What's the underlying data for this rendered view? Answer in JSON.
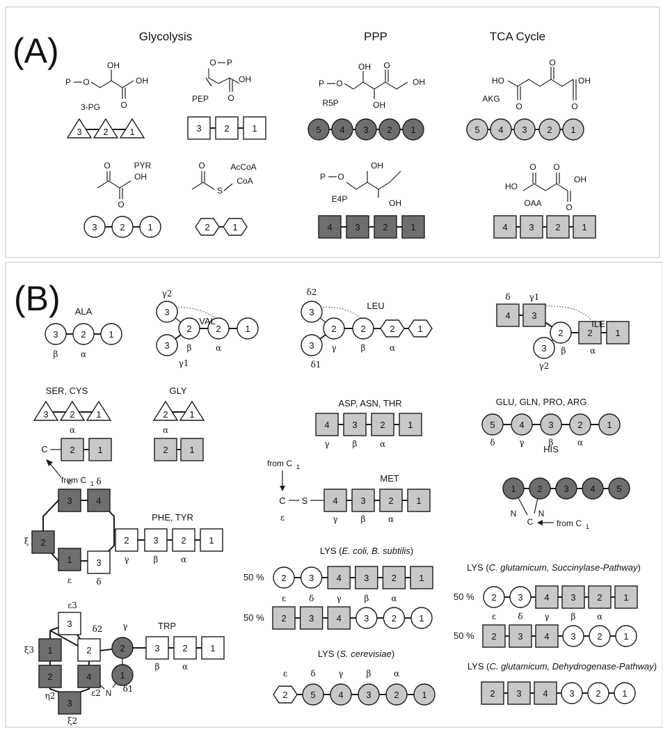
{
  "colors": {
    "unlabeled": "#ffffff",
    "labeled_light": "#c8c8c8",
    "labeled_dark": "#6e6e6e",
    "stroke": "#1a1a1a",
    "frame": "#bdbdbd"
  },
  "panel_a": {
    "letter": "(A)",
    "headings": [
      "Glycolysis",
      "PPP",
      "TCA Cycle"
    ],
    "metabolites": [
      {
        "name": "3-PG",
        "formula_text": [
          "P",
          "O",
          "OH",
          "OH",
          "O"
        ],
        "shape": "triangle",
        "fill": "unlabeled",
        "labels": [
          "3",
          "2",
          "1"
        ]
      },
      {
        "name": "PEP",
        "formula_text": [
          "O",
          "P",
          "OH",
          "O"
        ],
        "shape": "square",
        "fill": "unlabeled",
        "labels": [
          "3",
          "2",
          "1"
        ]
      },
      {
        "name": "R5P",
        "formula_text": [
          "P",
          "O",
          "OH",
          "O",
          "OH",
          "OH"
        ],
        "shape": "circle",
        "fill": "labeled_dark",
        "labels": [
          "5",
          "4",
          "3",
          "2",
          "1"
        ]
      },
      {
        "name": "AKG",
        "formula_text": [
          "HO",
          "O",
          "O",
          "OH",
          "O"
        ],
        "shape": "circle",
        "fill": "labeled_light",
        "labels": [
          "5",
          "4",
          "3",
          "2",
          "1"
        ]
      },
      {
        "name": "PYR",
        "formula_text": [
          "O",
          "OH",
          "O"
        ],
        "shape": "circle",
        "fill": "unlabeled",
        "labels": [
          "3",
          "2",
          "1"
        ]
      },
      {
        "name": "AcCoA",
        "formula_text": [
          "O",
          "S",
          "CoA"
        ],
        "shape": "hexagon",
        "fill": "unlabeled",
        "labels": [
          "2",
          "1"
        ]
      },
      {
        "name": "E4P",
        "formula_text": [
          "P",
          "O",
          "OH",
          "OH"
        ],
        "shape": "square",
        "fill": "labeled_dark",
        "labels": [
          "4",
          "3",
          "2",
          "1"
        ]
      },
      {
        "name": "OAA",
        "formula_text": [
          "O",
          "O",
          "HO",
          "OH",
          "O"
        ],
        "shape": "square",
        "fill": "labeled_light",
        "labels": [
          "4",
          "3",
          "2",
          "1"
        ]
      }
    ]
  },
  "panel_b": {
    "letter": "(B)",
    "amino_acids": [
      {
        "name": "ALA",
        "labels": [
          "3",
          "2",
          "1"
        ],
        "greek": [
          "β",
          "α"
        ]
      },
      {
        "name": "VAL",
        "labels": [
          "3",
          "2",
          "2",
          "1",
          "3"
        ],
        "greek": [
          "γ2",
          "β",
          "α",
          "γ1"
        ]
      },
      {
        "name": "LEU",
        "labels": [
          "3",
          "2",
          "2",
          "2",
          "1",
          "3"
        ],
        "greek": [
          "δ2",
          "γ",
          "β",
          "α",
          "δ1"
        ]
      },
      {
        "name": "ILE",
        "labels": [
          "4",
          "3",
          "2",
          "2",
          "1",
          "3"
        ],
        "greek": [
          "δ",
          "γ1",
          "β",
          "α",
          "γ2"
        ]
      },
      {
        "name": "SER, CYS",
        "labels": [
          "3",
          "2",
          "1",
          "2",
          "1"
        ],
        "greek": [
          "α"
        ],
        "atom": "C",
        "note": "from C",
        "note_sub": "1"
      },
      {
        "name": "GLY",
        "labels": [
          "2",
          "1",
          "2",
          "1"
        ],
        "greek": [
          "α"
        ]
      },
      {
        "name": "ASP, ASN, THR",
        "labels": [
          "4",
          "3",
          "2",
          "1"
        ],
        "greek": [
          "γ",
          "β",
          "α"
        ]
      },
      {
        "name": "GLU, GLN, PRO, ARG",
        "labels": [
          "5",
          "4",
          "3",
          "2",
          "1"
        ],
        "greek": [
          "δ",
          "γ",
          "β",
          "α"
        ]
      },
      {
        "name": "MET",
        "labels": [
          "4",
          "3",
          "2",
          "1"
        ],
        "greek": [
          "ε",
          "γ",
          "β",
          "α"
        ],
        "atoms": [
          "C",
          "S"
        ],
        "note": "from C",
        "note_sub": "1"
      },
      {
        "name": "HIS",
        "labels": [
          "1",
          "2",
          "3",
          "4",
          "5"
        ],
        "atoms": [
          "N",
          "C",
          "N"
        ],
        "note": "from C",
        "note_sub": "1"
      },
      {
        "name": "PHE, TYR",
        "labels": [
          "3",
          "4",
          "2",
          "1",
          "3",
          "2",
          "3",
          "2",
          "1"
        ],
        "greek": [
          "ε",
          "δ",
          "ξ",
          "ε",
          "δ",
          "γ",
          "β",
          "α"
        ]
      },
      {
        "name": "TRP",
        "labels": [
          "3",
          "1",
          "2",
          "2",
          "3",
          "4",
          "2",
          "1",
          "3",
          "2",
          "1"
        ],
        "greek": [
          "ε3",
          "ξ3",
          "δ2",
          "γ",
          "η2",
          "ε2",
          "δ1",
          "ξ2",
          "β",
          "α"
        ],
        "atom": "N"
      }
    ],
    "lysine": [
      {
        "title_prefix": "LYS (",
        "title_italic": "E. coli, B. subtilis",
        "title_suffix": ")",
        "percent_1": "50 %",
        "percent_2": "50 %",
        "greek": [
          "ε",
          "δ",
          "γ",
          "β",
          "α"
        ]
      },
      {
        "title_prefix": "LYS (",
        "title_italic": "C. glutamicum, Succinylase-Pathway",
        "title_suffix": ")",
        "percent_1": "50 %",
        "percent_2": "50 %",
        "greek": [
          "ε",
          "δ",
          "γ",
          "β",
          "α"
        ]
      },
      {
        "title_prefix": "LYS (",
        "title_italic": "S. cerevisiae",
        "title_suffix": ")",
        "greek": [
          "ε",
          "δ",
          "γ",
          "β",
          "α"
        ],
        "labels": [
          "2",
          "5",
          "4",
          "3",
          "2",
          "1"
        ]
      },
      {
        "title_prefix": "LYS (",
        "title_italic": "C. glutamicum, Dehydrogenase-Pathway",
        "title_suffix": ")",
        "labels": [
          "2",
          "3",
          "4",
          "3",
          "2",
          "1"
        ]
      }
    ],
    "lys_rows": {
      "row_a": [
        "2",
        "3",
        "4",
        "3",
        "2",
        "1"
      ],
      "row_b": [
        "2",
        "3",
        "4",
        "3",
        "2",
        "1"
      ]
    }
  }
}
